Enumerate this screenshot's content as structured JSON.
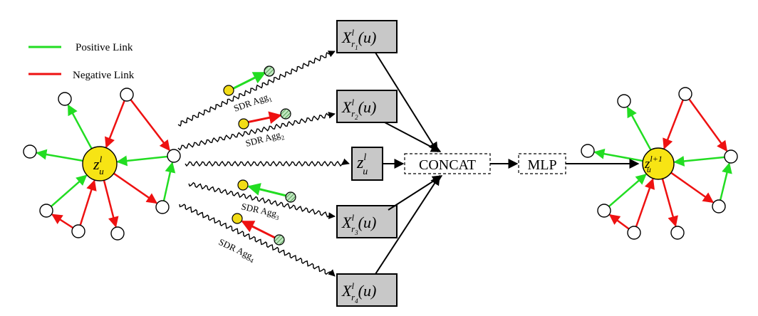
{
  "legend": {
    "positive": "Positive Link",
    "negative": "Negative Link"
  },
  "colors": {
    "positive": "#22dd22",
    "negative": "#ee1111",
    "center_node": "#f7e414",
    "small_node_yellow": "#f2dc16",
    "hatched_node": "#8fd18f",
    "box_fill": "#c8c8c8"
  },
  "aggregators": {
    "agg1": {
      "text": "SDR Agg",
      "sub": "1"
    },
    "agg2": {
      "text": "SDR Agg",
      "sub": "2"
    },
    "agg3": {
      "text": "SDR Agg",
      "sub": "3"
    },
    "agg4": {
      "text": "SDR Agg",
      "sub": "4"
    }
  },
  "relation_boxes": {
    "r1": {
      "X": "X",
      "sup": "l",
      "r": "r",
      "rsub": "1",
      "arg": "(u)"
    },
    "r2": {
      "X": "X",
      "sup": "l",
      "r": "r",
      "rsub": "2",
      "arg": "(u)"
    },
    "r3": {
      "X": "X",
      "sup": "l",
      "r": "r",
      "rsub": "3",
      "arg": "(u)"
    },
    "r4": {
      "X": "X",
      "sup": "l",
      "r": "r",
      "rsub": "4",
      "arg": "(u)"
    }
  },
  "self_box": {
    "z": "z",
    "sup": "l",
    "sub": "u"
  },
  "concat": "CONCAT",
  "mlp": "MLP",
  "center_left": {
    "z": "z",
    "sup": "l",
    "sub": "u"
  },
  "center_right": {
    "z": "z",
    "sup": "l+1",
    "sub": "u"
  }
}
